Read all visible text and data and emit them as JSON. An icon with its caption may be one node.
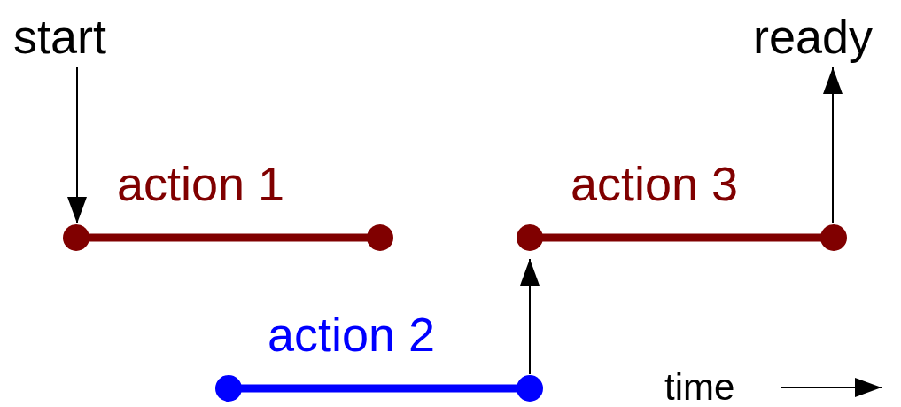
{
  "diagram": {
    "nodes": [
      {
        "text": [
          "start"
        ]
      },
      {
        "text": [
          "action 1"
        ]
      },
      {
        "text": [
          "action 2"
        ]
      },
      {
        "text": [
          "action 3"
        ]
      },
      {
        "text": [
          "ready"
        ]
      }
    ],
    "edges": [
      {
        "from": 0,
        "to": 1,
        "arrow": "to"
      },
      {
        "from": 2,
        "to": 3,
        "arrow": "to"
      },
      {
        "from": 3,
        "to": 4,
        "arrow": "to"
      }
    ],
    "labels": [
      "time"
    ]
  }
}
